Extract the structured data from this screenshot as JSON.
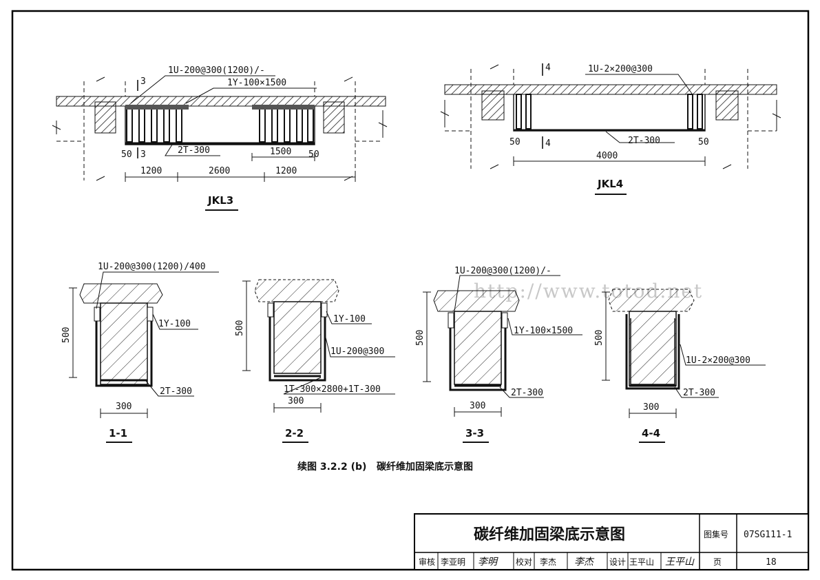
{
  "watermark": "http://www.totod.net",
  "jkl3": {
    "name": "JKL3",
    "strip_label": "1U-200@300(1200)/-",
    "plate_label": "1Y-100×1500",
    "bottom_label": "2T-300",
    "section_mark": "3",
    "edge_left": "50",
    "edge_right": "50",
    "dim_1500": "1500",
    "dims": [
      "1200",
      "2600",
      "1200"
    ]
  },
  "jkl4": {
    "name": "JKL4",
    "strip_label": "1U-2×200@300",
    "bottom_label": "2T-300",
    "section_mark": "4",
    "edge_left": "50",
    "edge_right": "50",
    "dim_total": "4000"
  },
  "sections": [
    {
      "id": "1-1",
      "height": "500",
      "width": "300",
      "top_label": "1U-200@300(1200)/400",
      "side_label": "1Y-100",
      "mid_label": "",
      "bottom_label": "2T-300"
    },
    {
      "id": "2-2",
      "height": "500",
      "width": "300",
      "top_label": "",
      "side_label": "1Y-100",
      "mid_label": "1U-200@300",
      "bottom_label": "1T-300×2800+1T-300"
    },
    {
      "id": "3-3",
      "height": "500",
      "width": "300",
      "top_label": "1U-200@300(1200)/-",
      "side_label": "1Y-100×1500",
      "mid_label": "",
      "bottom_label": "2T-300"
    },
    {
      "id": "4-4",
      "height": "500",
      "width": "300",
      "top_label": "",
      "side_label": "1U-2×200@300",
      "mid_label": "",
      "bottom_label": "2T-300"
    }
  ],
  "figure_caption": "续图 3.2.2 (b)   碳纤维加固梁底示意图",
  "title_block": {
    "title": "碳纤维加固梁底示意图",
    "atlas_label": "图集号",
    "atlas_value": "07SG111-1",
    "page_label": "页",
    "page_value": "18",
    "review_label": "审核",
    "review_name": "李亚明",
    "review_sig": "李明",
    "check_label": "校对",
    "check_name": "李杰",
    "check_sig": "李杰",
    "design_label": "设计",
    "design_name": "王平山",
    "design_sig": "王平山"
  }
}
